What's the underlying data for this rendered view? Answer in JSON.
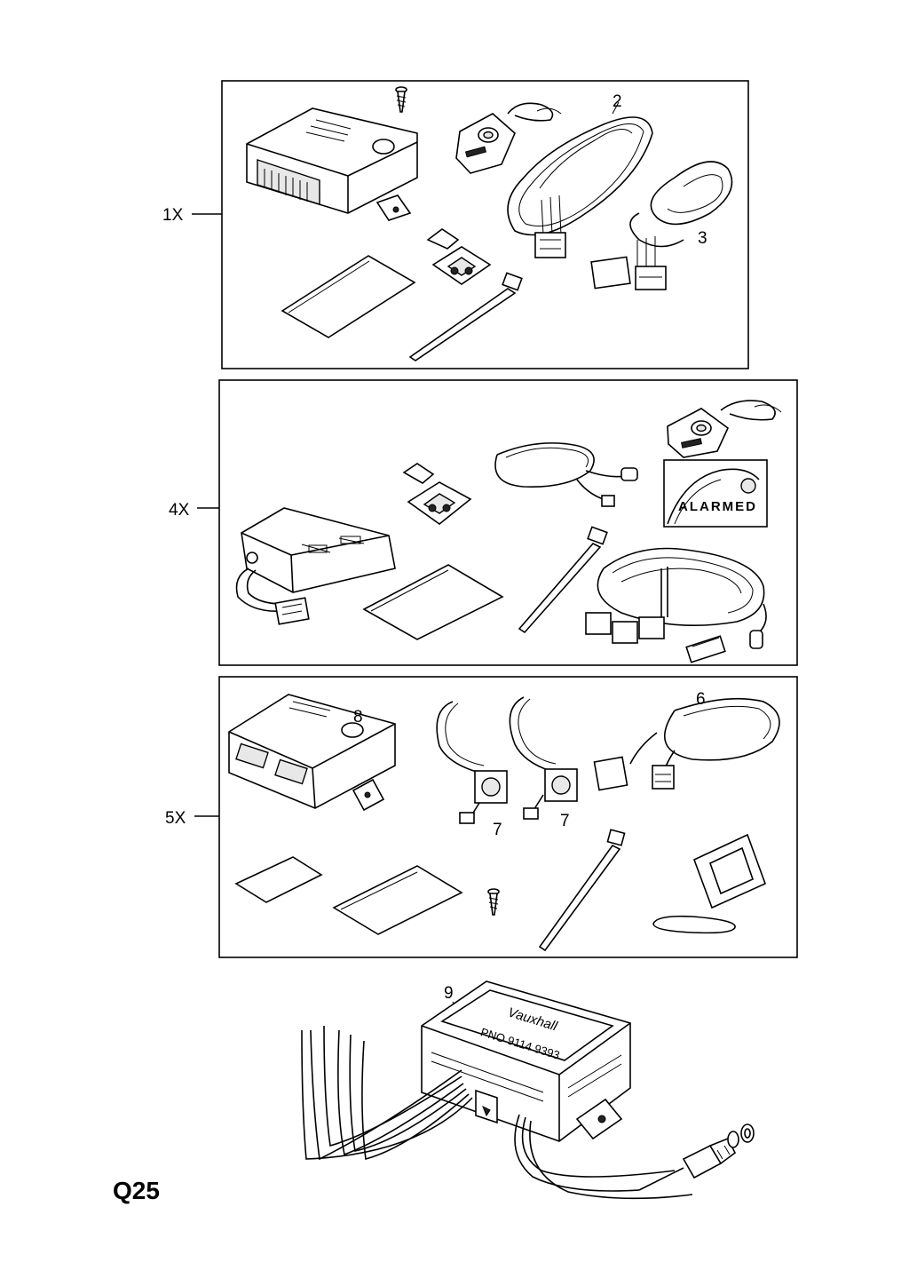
{
  "page": {
    "code": "Q25"
  },
  "panels": [
    {
      "id": "kit-1",
      "label": "1X",
      "callouts": [
        "2",
        "3"
      ]
    },
    {
      "id": "kit-4",
      "label": "4X",
      "alarm_sticker_text": "ALARMED"
    },
    {
      "id": "kit-5",
      "label": "5X",
      "callouts": [
        "8",
        "6",
        "7",
        "7"
      ]
    }
  ],
  "loose_part": {
    "callout": "9",
    "lid_brand": "Vauxhall",
    "lid_part_no": "PNO 9114 9393"
  }
}
